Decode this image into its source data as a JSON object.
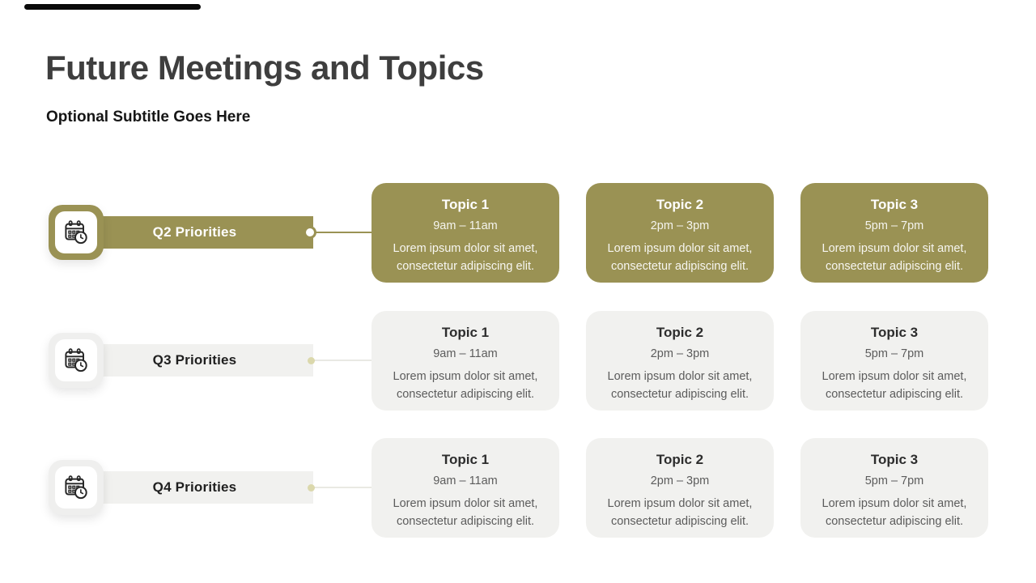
{
  "page": {
    "title": "Future Meetings and Topics",
    "subtitle": "Optional Subtitle Goes Here"
  },
  "colors": {
    "accent_olive": "#9A9254",
    "inactive_gray": "#F1F1EF",
    "top_bar": "#0A0A0A",
    "title_text": "#3E3E3E",
    "muted_text": "#5C5C5C",
    "inactive_dot": "#DBD8AC"
  },
  "rows": [
    {
      "label": "Q2 Priorities",
      "state": "active",
      "icon": "calendar-clock-icon",
      "topics": [
        {
          "title": "Topic 1",
          "time": "9am – 11am",
          "description": "Lorem ipsum dolor sit amet, consectetur adipiscing elit."
        },
        {
          "title": "Topic 2",
          "time": "2pm – 3pm",
          "description": "Lorem ipsum dolor sit amet, consectetur adipiscing elit."
        },
        {
          "title": "Topic 3",
          "time": "5pm – 7pm",
          "description": "Lorem ipsum dolor sit amet, consectetur adipiscing elit."
        }
      ]
    },
    {
      "label": "Q3 Priorities",
      "state": "inactive",
      "icon": "calendar-clock-icon",
      "topics": [
        {
          "title": "Topic 1",
          "time": "9am – 11am",
          "description": "Lorem ipsum dolor sit amet, consectetur adipiscing elit."
        },
        {
          "title": "Topic 2",
          "time": "2pm – 3pm",
          "description": "Lorem ipsum dolor sit amet, consectetur adipiscing elit."
        },
        {
          "title": "Topic 3",
          "time": "5pm – 7pm",
          "description": "Lorem ipsum dolor sit amet, consectetur adipiscing elit."
        }
      ]
    },
    {
      "label": "Q4 Priorities",
      "state": "inactive",
      "icon": "calendar-clock-icon",
      "topics": [
        {
          "title": "Topic 1",
          "time": "9am – 11am",
          "description": "Lorem ipsum dolor sit amet, consectetur adipiscing elit."
        },
        {
          "title": "Topic 2",
          "time": "2pm – 3pm",
          "description": "Lorem ipsum dolor sit amet, consectetur adipiscing elit."
        },
        {
          "title": "Topic 3",
          "time": "5pm – 7pm",
          "description": "Lorem ipsum dolor sit amet, consectetur adipiscing elit."
        }
      ]
    }
  ]
}
